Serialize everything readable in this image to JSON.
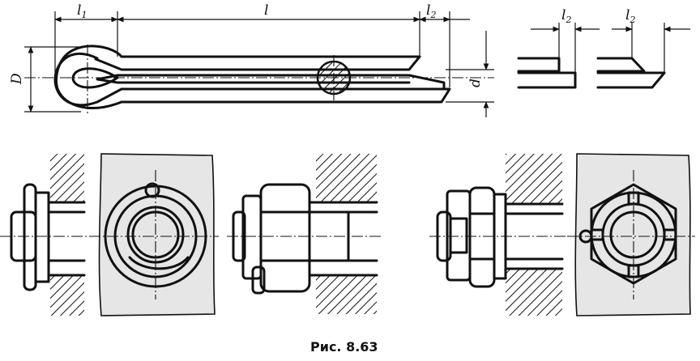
{
  "caption": "Рис. 8.63",
  "dimensions": {
    "l1": {
      "main": "l",
      "sub": "1"
    },
    "l": {
      "main": "l"
    },
    "l2a": {
      "main": "l",
      "sub": "2"
    },
    "l2b": {
      "main": "l",
      "sub": "2"
    },
    "l2c": {
      "main": "l",
      "sub": "2"
    },
    "D": {
      "main": "D"
    },
    "d": {
      "main": "d"
    }
  }
}
